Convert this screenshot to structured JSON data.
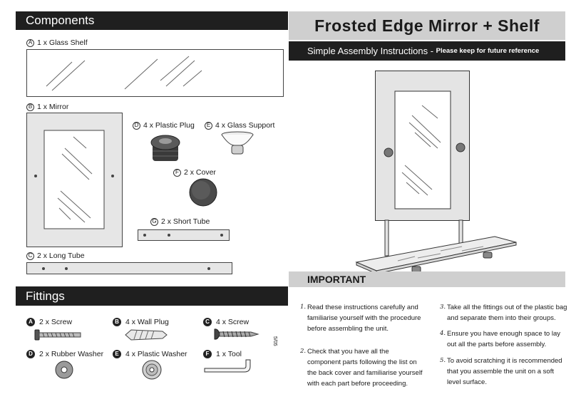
{
  "components": {
    "header": "Components",
    "glass_shelf": {
      "letter": "A",
      "label": "1 x Glass Shelf"
    },
    "mirror": {
      "letter": "B",
      "label": "1 x Mirror"
    },
    "long_tube": {
      "letter": "C",
      "label": "2 x Long Tube"
    },
    "plastic_plug": {
      "letter": "D",
      "label": "4 x Plastic Plug"
    },
    "glass_support": {
      "letter": "E",
      "label": "4 x Glass Support"
    },
    "cover": {
      "letter": "F",
      "label": "2 x Cover"
    },
    "short_tube": {
      "letter": "G",
      "label": "2 x Short Tube"
    }
  },
  "fittings": {
    "header": "Fittings",
    "items": [
      {
        "letter": "A",
        "label": "2 x Screw"
      },
      {
        "letter": "B",
        "label": "4 x Wall Plug"
      },
      {
        "letter": "C",
        "label": "4 x Screw"
      },
      {
        "letter": "D",
        "label": "2 x Rubber Washer"
      },
      {
        "letter": "E",
        "label": "4 x Plastic Washer"
      },
      {
        "letter": "F",
        "label": "1 x Tool"
      }
    ]
  },
  "product": {
    "title": "Frosted Edge Mirror + Shelf",
    "subtitle": "Simple Assembly Instructions",
    "subtitle_sep": " - ",
    "subtitle_note": "Please keep for future reference"
  },
  "important": {
    "header": "IMPORTANT",
    "steps": [
      {
        "num": "1.",
        "text": "Read these instructions carefully and familiarise yourself with the procedure before assembling the unit."
      },
      {
        "num": "2.",
        "text": "Check that you have all the component parts following the list on the back cover and familiarise yourself with each part before proceeding."
      },
      {
        "num": "3.",
        "text": "Take all the fittings out of the plastic bag and separate them into their groups."
      },
      {
        "num": "4.",
        "text": "Ensure you have enough space to lay out all the parts before assembly."
      },
      {
        "num": "5.",
        "text": "To avoid scratching it is recommended that you assemble the unit on a soft level surface."
      }
    ]
  },
  "page_code": "5/05"
}
